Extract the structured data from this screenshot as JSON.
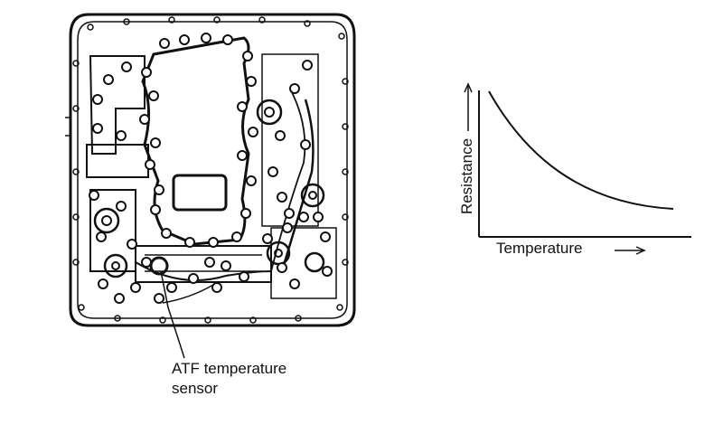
{
  "callout": {
    "line1": "ATF temperature",
    "line2": "sensor"
  },
  "graph": {
    "y_label": "Resistance",
    "x_label": "Temperature",
    "curve_shape": "decreasing"
  },
  "colors": {
    "ink": "#111111",
    "background": "#ffffff"
  }
}
